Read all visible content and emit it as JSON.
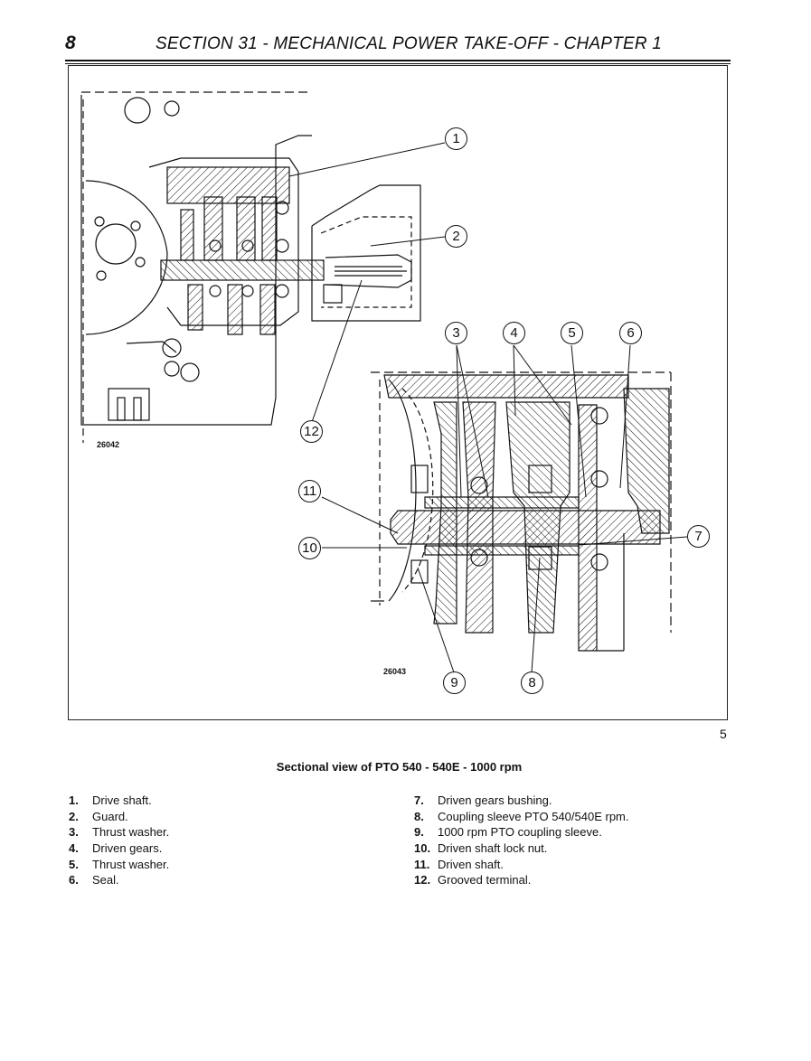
{
  "header": {
    "page_number": "8",
    "section_title": "SECTION 31 - MECHANICAL POWER TAKE-OFF - CHAPTER 1"
  },
  "figure": {
    "upper_ref": "26042",
    "lower_ref": "26043",
    "figure_number": "5",
    "callouts": [
      "1",
      "2",
      "3",
      "4",
      "5",
      "6",
      "7",
      "8",
      "9",
      "10",
      "11",
      "12"
    ]
  },
  "caption": "Sectional view of PTO 540 - 540E - 1000 rpm",
  "legend": {
    "left": [
      {
        "num": "1.",
        "text": "Drive shaft."
      },
      {
        "num": "2.",
        "text": "Guard."
      },
      {
        "num": "3.",
        "text": "Thrust washer."
      },
      {
        "num": "4.",
        "text": "Driven gears."
      },
      {
        "num": "5.",
        "text": "Thrust washer."
      },
      {
        "num": "6.",
        "text": "Seal."
      }
    ],
    "right": [
      {
        "num": "7.",
        "text": "Driven gears bushing."
      },
      {
        "num": "8.",
        "text": "Coupling sleeve PTO 540/540E rpm."
      },
      {
        "num": "9.",
        "text": "1000 rpm PTO coupling sleeve."
      },
      {
        "num": "10.",
        "text": "Driven shaft lock nut."
      },
      {
        "num": "11.",
        "text": "Driven shaft."
      },
      {
        "num": "12.",
        "text": "Grooved terminal."
      }
    ]
  }
}
